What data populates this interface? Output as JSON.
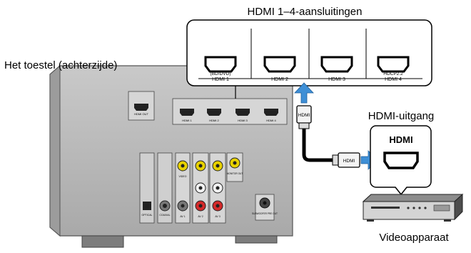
{
  "callouts": {
    "hdmi_inputs": "HDMI 1–4-aansluitingen",
    "device_rear": "Het toestel (achterzijde)",
    "hdmi_output": "HDMI-uitgang",
    "video_device": "Videoapparaat"
  },
  "hdmi_ports_zoom": {
    "ports": [
      {
        "top_label": "(BD/DVD)",
        "label": "HDMI 1"
      },
      {
        "top_label": "",
        "label": "HDMI 2"
      },
      {
        "top_label": "",
        "label": "HDMI 3"
      },
      {
        "top_label": "HDCP2.2",
        "label": "HDMI 4"
      }
    ]
  },
  "receiver_rear": {
    "hdmi_out_label": "HDMI OUT",
    "hdmi_in_labels": [
      "HDMI 1",
      "HDMI 2",
      "HDMI 3",
      "HDMI 4"
    ],
    "av_labels": [
      "AV 1",
      "AV 2",
      "AV 3"
    ],
    "video_label": "VIDEO",
    "monitor_out_label": "MONITOR OUT",
    "optical_label": "OPTICAL",
    "coaxial_label": "COAXIAL",
    "subwoofer_label": "SUBWOOFER PRE OUT"
  },
  "cable": {
    "plug_label_vertical": "HDMI",
    "plug_label_horizontal": "HDMI"
  },
  "output_zoom": {
    "label": "HDMI"
  },
  "colors": {
    "chassis": "#b9b9b9",
    "chassis_dark": "#8f8f8f",
    "arrow": "#3e8fd6",
    "port": "#1a1a1a"
  }
}
